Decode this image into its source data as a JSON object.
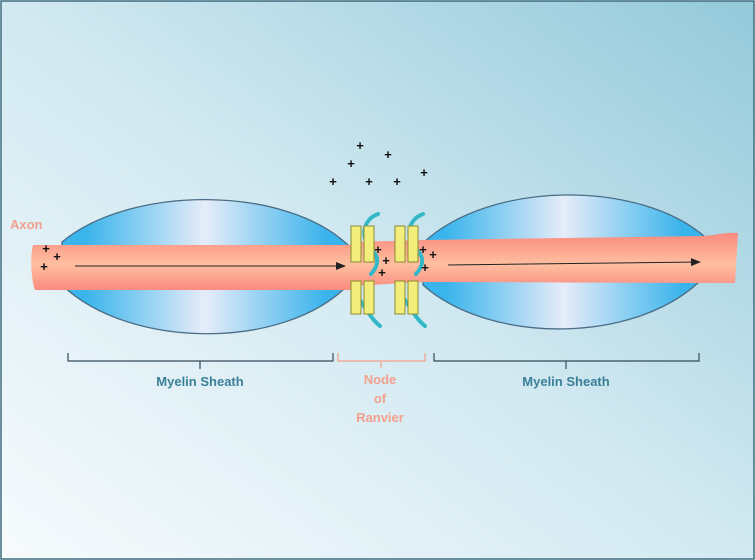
{
  "labels": {
    "axon": "Axon",
    "myelin_left": "Myelin Sheath",
    "myelin_right": "Myelin Sheath",
    "node_line1": "Node",
    "node_line2": "of",
    "node_line3": "Ranvier"
  },
  "ion_symbol": "+",
  "colors": {
    "background_light": "#f7fbfd",
    "background_dark": "#93c9da",
    "border": "#3c6b7d",
    "myelin_outline": "#4a6d85",
    "myelin_blue": "#3ab4ec",
    "myelin_pale": "#e6ecf8",
    "axon": "#f98a7f",
    "axon_light": "#ffbfa0",
    "channel": "#f3ee7b",
    "channel_outline": "#8a8a30",
    "gate": "#33b8c8",
    "label_blue": "#3a7f97",
    "label_salmon": "#f3a08c",
    "bracket": "#33495a"
  }
}
